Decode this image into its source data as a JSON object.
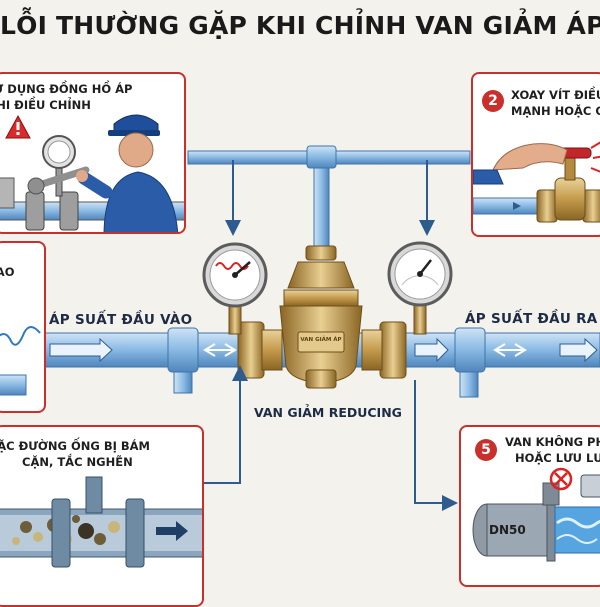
{
  "title": "LỖI THƯỜNG GẶP KHI CHỈNH VAN GIẢM ÁP",
  "panels": {
    "p1": {
      "line1": "KHÔNG SỬ DỤNG ĐỒNG HỒ ÁP",
      "line2": "SUẤT KHI ĐIỀU CHỈNH"
    },
    "p2": {
      "number": "2",
      "line1": "XOAY VÍT ĐIỀU CHỈNH",
      "line2": "MẠNH HOẶC QUÁ NHANH"
    },
    "p3": {
      "line1": "ÁP SUẤT QUÁ CAO"
    },
    "p4": {
      "line1": "LỌC Y HOẶC ĐƯỜNG ỐNG BỊ BÁM",
      "line2": "CẶN, TẮC NGHẼN"
    },
    "p5": {
      "number": "5",
      "line1": "VAN KHÔNG PHÙ HỢP",
      "line2": "HOẶC LƯU LƯỢNG",
      "pipe_label": "DN50"
    }
  },
  "flow": {
    "inlet_label": "ÁP SUẤT ĐẦU VÀO",
    "outlet_label": "ÁP SUẤT ĐẦU RA",
    "valve_label": "VAN GIẢM REDUCING",
    "valve_plate": "VAN GIẢM ÁP"
  },
  "colors": {
    "panel_border": "#c9302c",
    "pipe": "#7fb0dc",
    "pipe_dark": "#3f74a8",
    "brass": "#c49a4c",
    "arrow": "#2f5c8f"
  },
  "icons": [
    "warning-icon",
    "pressure-gauge-icon",
    "wrench-icon",
    "worker-icon",
    "hand-icon",
    "faucet-handle-icon",
    "valve-icon",
    "arrow-icon"
  ]
}
